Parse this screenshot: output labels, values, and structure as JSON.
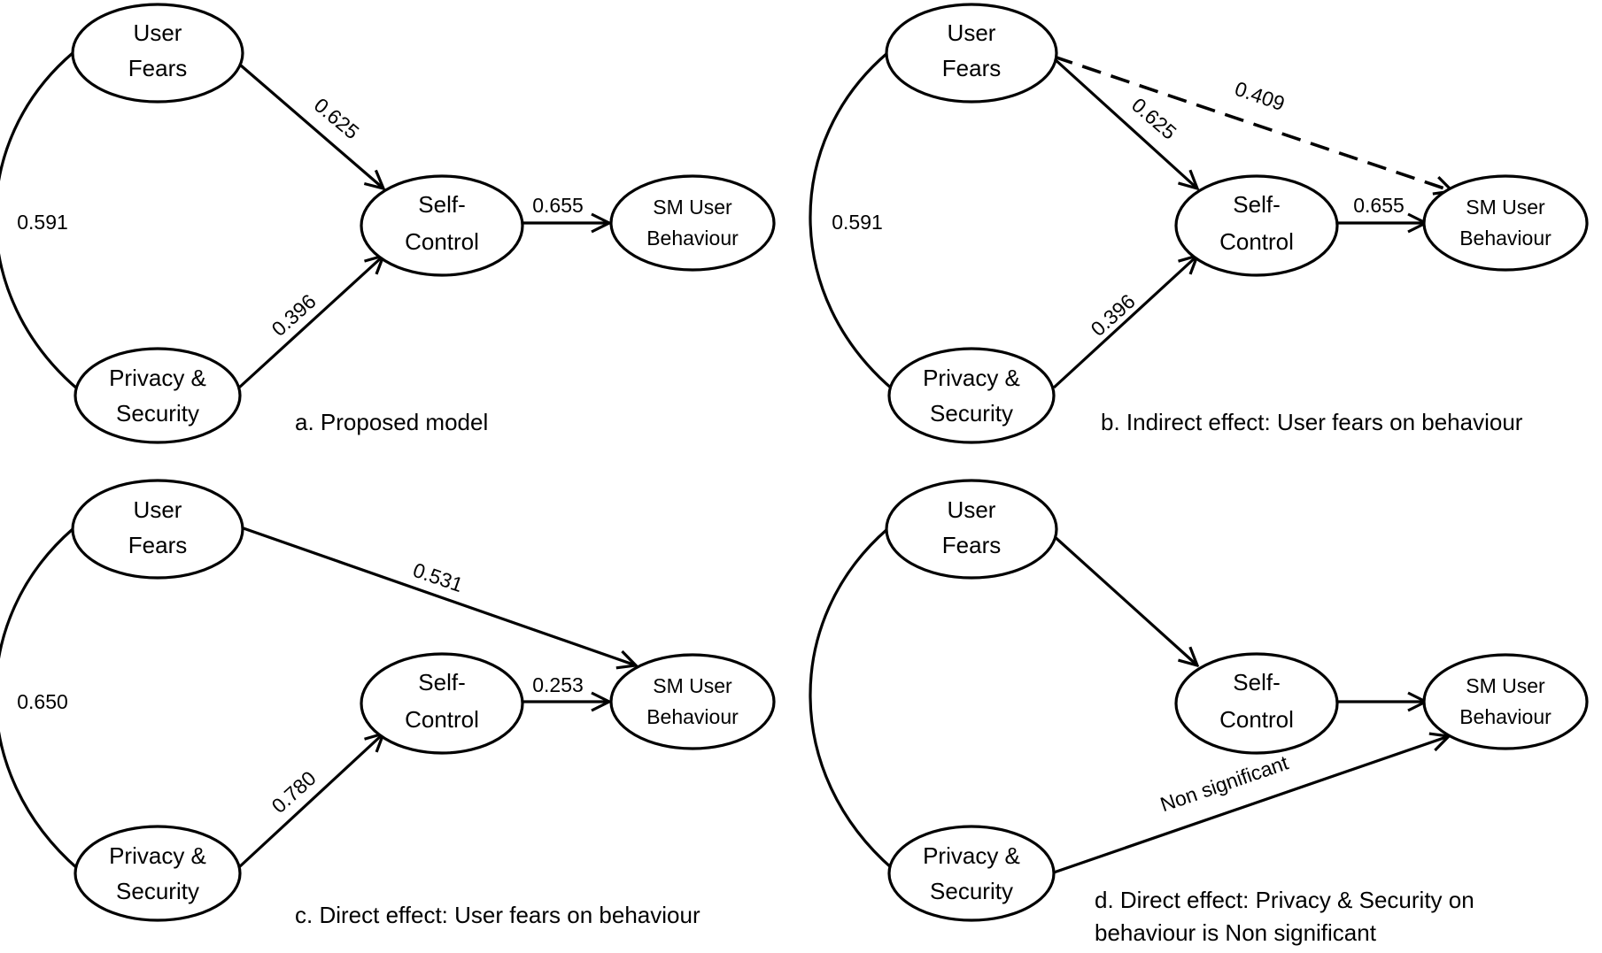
{
  "nodes": {
    "user_fears": [
      "User",
      "Fears"
    ],
    "privacy_security": [
      "Privacy &",
      "Security"
    ],
    "self_control": [
      "Self-",
      "Control"
    ],
    "sm_user_behaviour": [
      "SM User",
      "Behaviour"
    ]
  },
  "panels": [
    {
      "id": "a",
      "caption": [
        "a. Proposed model"
      ],
      "weights": {
        "fears_privacy": "0.591",
        "fears_self": "0.625",
        "privacy_self": "0.396",
        "self_behaviour": "0.655"
      }
    },
    {
      "id": "b",
      "caption": [
        "b. Indirect effect: User fears on behaviour"
      ],
      "weights": {
        "fears_privacy": "0.591",
        "fears_self": "0.625",
        "privacy_self": "0.396",
        "self_behaviour": "0.655",
        "fears_behaviour": "0.409"
      }
    },
    {
      "id": "c",
      "caption": [
        "c. Direct effect: User fears on behaviour"
      ],
      "weights": {
        "fears_privacy": "0.650",
        "privacy_self": "0.780",
        "self_behaviour": "0.253",
        "fears_behaviour": "0.531"
      }
    },
    {
      "id": "d",
      "caption": [
        "d. Direct effect: Privacy  & Security on",
        "behaviour is Non significant"
      ],
      "weights": {
        "privacy_behaviour": "Non significant"
      }
    }
  ]
}
